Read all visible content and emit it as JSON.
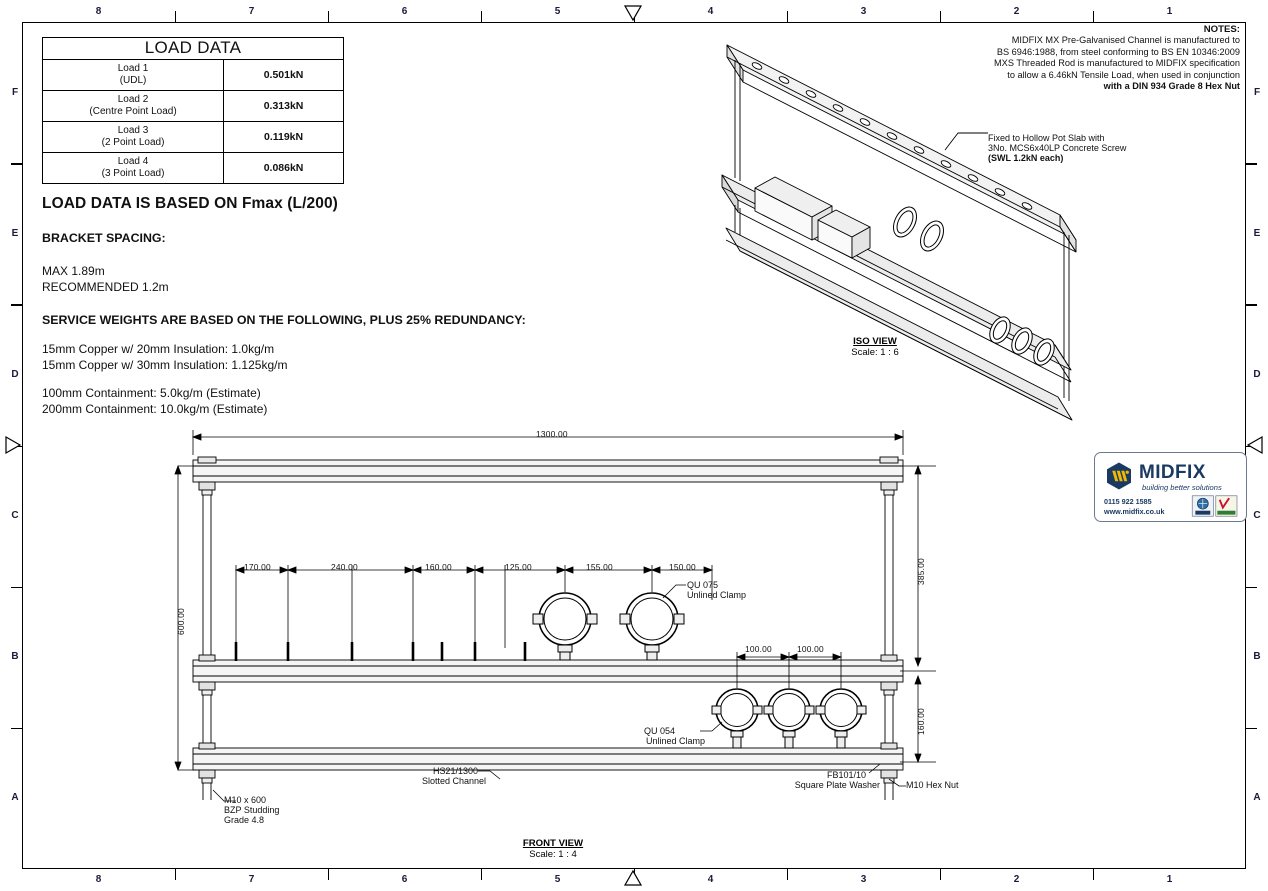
{
  "sheet": {
    "zone_numbers": [
      "8",
      "7",
      "6",
      "5",
      "4",
      "3",
      "2",
      "1"
    ],
    "zone_letters": [
      "F",
      "E",
      "D",
      "C",
      "B",
      "A"
    ]
  },
  "notes": {
    "heading": "NOTES:",
    "lines": [
      "MIDFIX MX Pre-Galvanised Channel is manufactured to",
      "BS 6946:1988, from steel conforming to BS EN 10346:2009",
      "MXS Threaded Rod is manufactured to MIDFIX specification",
      "to allow a 6.46kN Tensile Load, when used in conjunction"
    ],
    "last_line": "with a DIN 934 Grade 8 Hex Nut"
  },
  "load_data": {
    "title": "LOAD DATA",
    "rows": [
      {
        "name": "Load 1",
        "sub": "(UDL)",
        "value": "0.501kN"
      },
      {
        "name": "Load 2",
        "sub": "(Centre Point Load)",
        "value": "0.313kN"
      },
      {
        "name": "Load 3",
        "sub": "(2 Point Load)",
        "value": "0.119kN"
      },
      {
        "name": "Load 4",
        "sub": "(3 Point Load)",
        "value": "0.086kN"
      }
    ]
  },
  "spec": {
    "heading": "LOAD DATA IS BASED ON Fmax (L/200)",
    "bracket_heading": "BRACKET SPACING:",
    "bracket_max": "MAX 1.89m",
    "bracket_recommended": "RECOMMENDED 1.2m",
    "service_heading": "SERVICE WEIGHTS ARE BASED ON THE FOLLOWING, PLUS 25% REDUNDANCY:",
    "service_lines": [
      "15mm Copper w/ 20mm Insulation: 1.0kg/m",
      "15mm Copper w/ 30mm Insulation: 1.125kg/m"
    ],
    "containment_lines": [
      "100mm Containment: 5.0kg/m (Estimate)",
      "200mm Containment: 10.0kg/m (Estimate)"
    ]
  },
  "iso_view": {
    "title": "ISO VIEW",
    "scale": "Scale: 1 : 6",
    "callout": {
      "line1": "Fixed to Hollow Pot Slab with",
      "line2": "3No. MCS6x40LP Concrete Screw",
      "line3": "(SWL 1.2kN each)"
    }
  },
  "front_view": {
    "title": "FRONT VIEW",
    "scale": "Scale: 1 : 4",
    "dimensions": {
      "overall_width": "1300.00",
      "left_height": "600.00",
      "right_upper": "385.00",
      "right_lower": "160.00",
      "chain": [
        "170.00",
        "240.00",
        "160.00",
        "125.00",
        "155.00",
        "150.00"
      ],
      "lower_chain": [
        "100.00",
        "100.00"
      ]
    },
    "callouts": {
      "clamp_upper_code": "QU 075",
      "clamp_upper_desc": "Unlined Clamp",
      "clamp_lower_code": "QU 054",
      "clamp_lower_desc": "Unlined Clamp",
      "studding_line1": "M10 x 600",
      "studding_line2": "BZP Studding",
      "studding_line3": "Grade 4.8",
      "channel_code": "HS21/1300",
      "channel_desc": "Slotted Channel",
      "washer_code": "FB101/10",
      "washer_desc": "Square Plate Washer",
      "nut": "M10 Hex Nut"
    }
  },
  "logo": {
    "word": "MIDFIX",
    "tagline": "building better solutions",
    "phone": "0115 922 1585",
    "website": "www.midfix.co.uk",
    "brand_navy": "#1b3a63",
    "brand_gold": "#f2b800"
  }
}
